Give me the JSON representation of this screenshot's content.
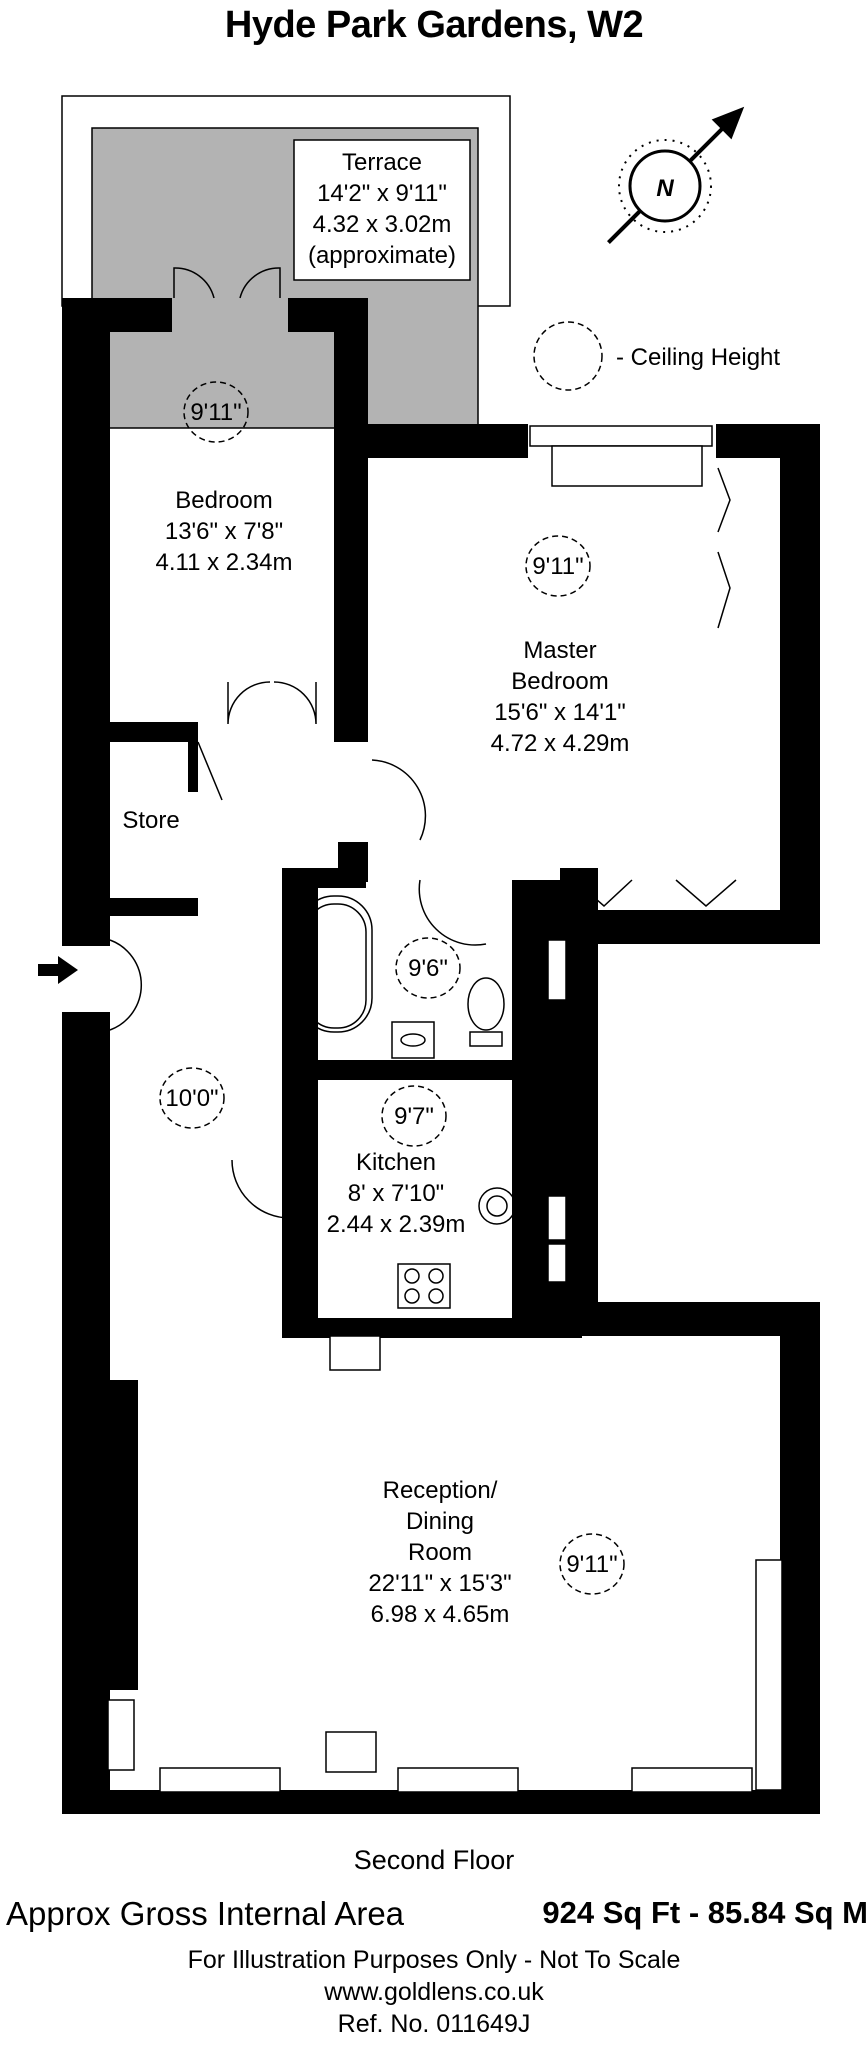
{
  "title": "Hyde Park Gardens, W2",
  "legend": {
    "ceiling_height_label": "- Ceiling Height"
  },
  "compass": {
    "label": "N"
  },
  "rooms": {
    "terrace": {
      "name": "Terrace",
      "imperial": "14'2\" x 9'11\"",
      "metric": "4.32 x 3.02m",
      "note": "(approximate)"
    },
    "bedroom": {
      "name": "Bedroom",
      "imperial": "13'6\" x 7'8\"",
      "metric": "4.11 x 2.34m",
      "ceiling": "9'11\""
    },
    "master": {
      "name_line1": "Master",
      "name_line2": "Bedroom",
      "imperial": "15'6\" x 14'1\"",
      "metric": "4.72 x 4.29m",
      "ceiling": "9'11\""
    },
    "store": {
      "name": "Store"
    },
    "bathroom": {
      "ceiling": "9'6\""
    },
    "hall": {
      "ceiling": "10'0\""
    },
    "kitchen": {
      "name": "Kitchen",
      "imperial": "8' x 7'10\"",
      "metric": "2.44 x 2.39m",
      "ceiling": "9'7\""
    },
    "reception": {
      "name_line1": "Reception/",
      "name_line2": "Dining",
      "name_line3": "Room",
      "imperial": "22'11\" x 15'3\"",
      "metric": "6.98 x 4.65m",
      "ceiling": "9'11\""
    }
  },
  "footer": {
    "floor": "Second Floor",
    "area_label": "Approx Gross Internal Area",
    "area_value": "924 Sq Ft  -  85.84 Sq M",
    "disclaimer": "For Illustration Purposes Only - Not To Scale",
    "website": "www.goldlens.co.uk",
    "reference": "Ref. No. 011649J"
  }
}
